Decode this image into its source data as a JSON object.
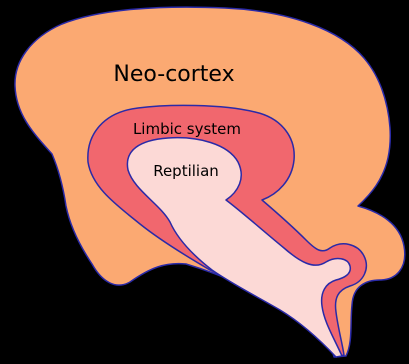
{
  "diagram": {
    "labels": {
      "neocortex": "Neo-cortex",
      "limbic": "Limbic system",
      "reptilian": "Reptilian"
    },
    "colors": {
      "background": "#000000",
      "neocortex": "#FBA972",
      "limbic": "#F1676E",
      "reptilian": "#FCD9D6",
      "outline": "#2A2AA8"
    }
  }
}
